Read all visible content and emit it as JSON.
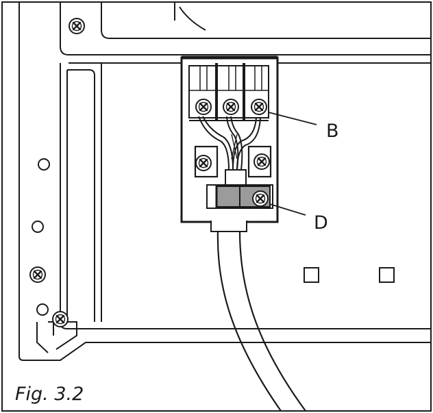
{
  "figure": {
    "caption": "Fig. 3.2",
    "callouts": [
      {
        "id": "B",
        "text": "B"
      },
      {
        "id": "D",
        "text": "D"
      }
    ]
  },
  "colors": {
    "line": "#1a1a1a",
    "background": "#ffffff",
    "clamp_fill": "#9b9b9b",
    "cable_sheath": "#ffffff"
  },
  "icons": [
    "screw-icon",
    "hole-icon",
    "square-hole-icon"
  ]
}
